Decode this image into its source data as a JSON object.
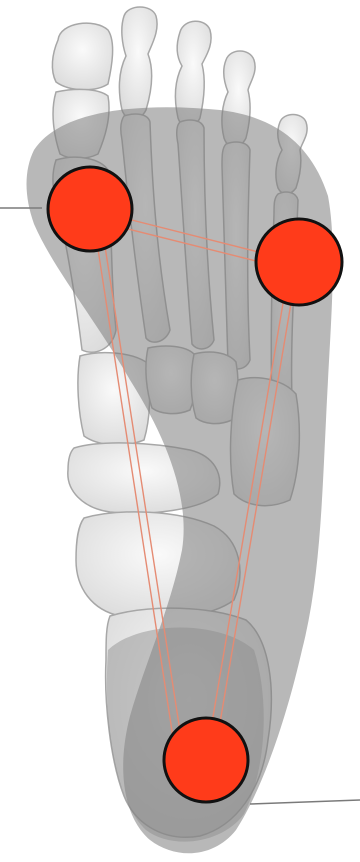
{
  "diagram": {
    "subject": "plantar-foot-skeleton",
    "colors": {
      "background": "#ffffff",
      "bone_fill": "#e9e9e9",
      "bone_stroke": "#a7a7a7",
      "sole_shadow": "#8f8f8f",
      "contact_point": "#ff3b1a",
      "contact_outline": "#111111",
      "connector_line": "#e58b73",
      "pointer_line": "#7a7a7a"
    },
    "contact_points": [
      {
        "id": "first-metatarsal-head"
      },
      {
        "id": "fifth-metatarsal-head"
      },
      {
        "id": "heel-calcaneus"
      }
    ]
  }
}
